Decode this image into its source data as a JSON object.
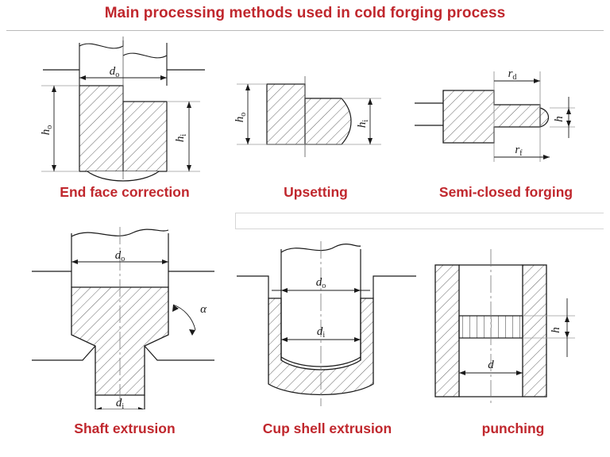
{
  "title": "Main processing methods used in cold forging process",
  "accent_color": "#c0272d",
  "line_color": "#1a1a1a",
  "hatch_color": "#555555",
  "figures": [
    {
      "id": "end-face-correction",
      "caption": "End face correction",
      "labels": [
        {
          "name": "diameter-outer",
          "base": "d",
          "sub": "o"
        },
        {
          "name": "height-initial",
          "base": "h",
          "sub": "o"
        },
        {
          "name": "height-final",
          "base": "h",
          "sub": "i"
        }
      ]
    },
    {
      "id": "upsetting",
      "caption": "Upsetting",
      "labels": [
        {
          "name": "height-initial",
          "base": "h",
          "sub": "o"
        },
        {
          "name": "height-final",
          "base": "h",
          "sub": "i"
        }
      ]
    },
    {
      "id": "semi-closed-forging",
      "caption": "Semi-closed forging",
      "labels": [
        {
          "name": "radius-die",
          "base": "r",
          "sub": "d"
        },
        {
          "name": "radius-flange",
          "base": "r",
          "sub": "f"
        },
        {
          "name": "flash-height",
          "base": "h",
          "sub": ""
        }
      ]
    },
    {
      "id": "shaft-extrusion",
      "caption": "Shaft extrusion",
      "labels": [
        {
          "name": "diameter-outer",
          "base": "d",
          "sub": "o"
        },
        {
          "name": "diameter-inner",
          "base": "d",
          "sub": "i"
        },
        {
          "name": "die-angle",
          "base": "α",
          "sub": ""
        }
      ]
    },
    {
      "id": "cup-shell-extrusion",
      "caption": "Cup shell extrusion",
      "labels": [
        {
          "name": "diameter-outer",
          "base": "d",
          "sub": "o"
        },
        {
          "name": "diameter-inner",
          "base": "d",
          "sub": "i"
        }
      ]
    },
    {
      "id": "punching",
      "caption": "punching",
      "labels": [
        {
          "name": "punch-diameter",
          "base": "d",
          "sub": ""
        },
        {
          "name": "slug-height",
          "base": "h",
          "sub": ""
        }
      ]
    }
  ]
}
